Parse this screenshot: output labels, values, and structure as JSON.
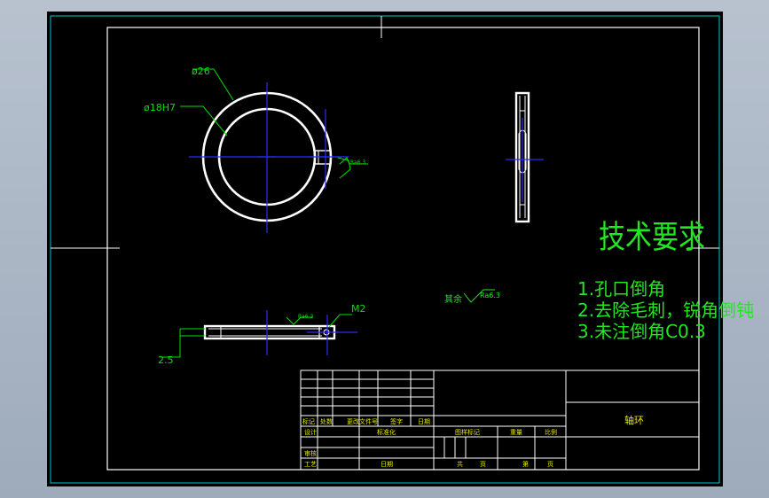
{
  "colors": {
    "background": "#000000",
    "border": "#ffffff",
    "outer_border": "#00c8c8",
    "centerline": "#2b2bff",
    "dimension": "#00e000",
    "title_block": "#ffffff",
    "title_text": "#e8e800",
    "notes": "#22e622"
  },
  "dimensions": {
    "outer_diameter": "ø26",
    "inner_diameter": "ø18H7",
    "thread": "M2",
    "thickness": "2.5",
    "roughness_top": "Ra6.3",
    "roughness_side": "Ra6.3",
    "roughness_right": "Ra6.3"
  },
  "surface_note": {
    "label": "其余",
    "value": "Ra6.3"
  },
  "tech_requirements": {
    "title": "技术要求",
    "items": [
      "1.孔口倒角",
      "2.去除毛刺，锐角倒钝",
      "3.未注倒角C0.3"
    ]
  },
  "title_block": {
    "part_name": "轴环",
    "row_labels": [
      "标记",
      "处数",
      "更改文件号",
      "签字",
      "日期"
    ],
    "left_labels": [
      "设计",
      "标准化",
      "审核",
      "工艺",
      "日期"
    ],
    "mid_labels": [
      "图样标记",
      "重量",
      "比例"
    ],
    "bottom_labels": [
      "共",
      "页",
      "第",
      "页"
    ]
  }
}
